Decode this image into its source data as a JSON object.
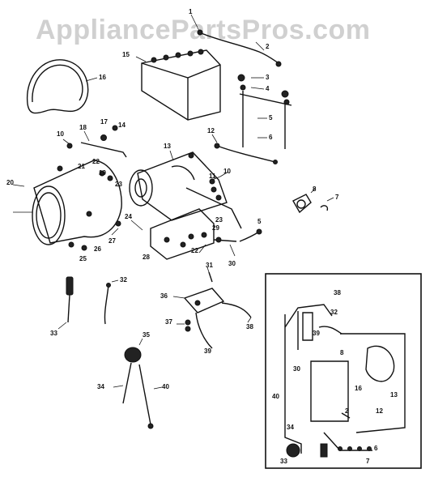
{
  "watermark": {
    "text": "AppliancePartsPros.com"
  },
  "callouts": {
    "c1": "1",
    "c2": "2",
    "c15": "15",
    "c3": "3",
    "c4": "4",
    "c5a": "5",
    "c6": "6",
    "c16": "16",
    "c10": "10",
    "c18": "18",
    "c17": "17",
    "c14": "14",
    "c13": "13",
    "c12": "12",
    "c20": "20",
    "c21": "21",
    "c22": "22",
    "c19": "19",
    "c23a": "23",
    "c11": "11",
    "c10b": "10",
    "c8": "8",
    "c7": "7",
    "c23b": "23",
    "c29": "29",
    "c5b": "5",
    "c27": "27",
    "c24": "24",
    "c26": "26",
    "c25": "25",
    "c28": "28",
    "c22b": "22",
    "c30a": "30",
    "c31": "31",
    "c32": "32",
    "c33": "33",
    "c36": "36",
    "c37": "37",
    "c35": "35",
    "c34": "34",
    "c40": "40",
    "c39": "39",
    "c38": "38"
  },
  "inset": {
    "labels": {
      "i38": "38",
      "i32": "32",
      "i39": "39",
      "i30": "30",
      "i8": "8",
      "i16": "16",
      "i13": "13",
      "i40": "40",
      "i2": "2",
      "i12": "12",
      "i34": "34",
      "i6": "6",
      "i33": "33",
      "i7": "7"
    }
  }
}
